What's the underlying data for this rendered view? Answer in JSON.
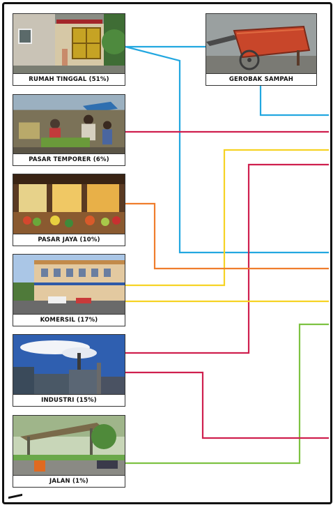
{
  "sources": [
    {
      "key": "rumah",
      "caption": "RUMAH TINGGAL (51%)"
    },
    {
      "key": "pasar-temporer",
      "caption": "PASAR TEMPORER (6%)"
    },
    {
      "key": "pasar-jaya",
      "caption": "PASAR JAYA (10%)"
    },
    {
      "key": "komersil",
      "caption": "KOMERSIL (17%)"
    },
    {
      "key": "industri",
      "caption": "INDUSTRI (15%)"
    },
    {
      "key": "jalan",
      "caption": "JALAN (1%)"
    }
  ],
  "destination": {
    "caption": "GEROBAK SAMPAH"
  },
  "colors": {
    "blue": "#22a7e0",
    "red": "#cf1f4e",
    "yellow": "#f6d324",
    "orange": "#ef7d2c",
    "green": "#7dc242"
  }
}
